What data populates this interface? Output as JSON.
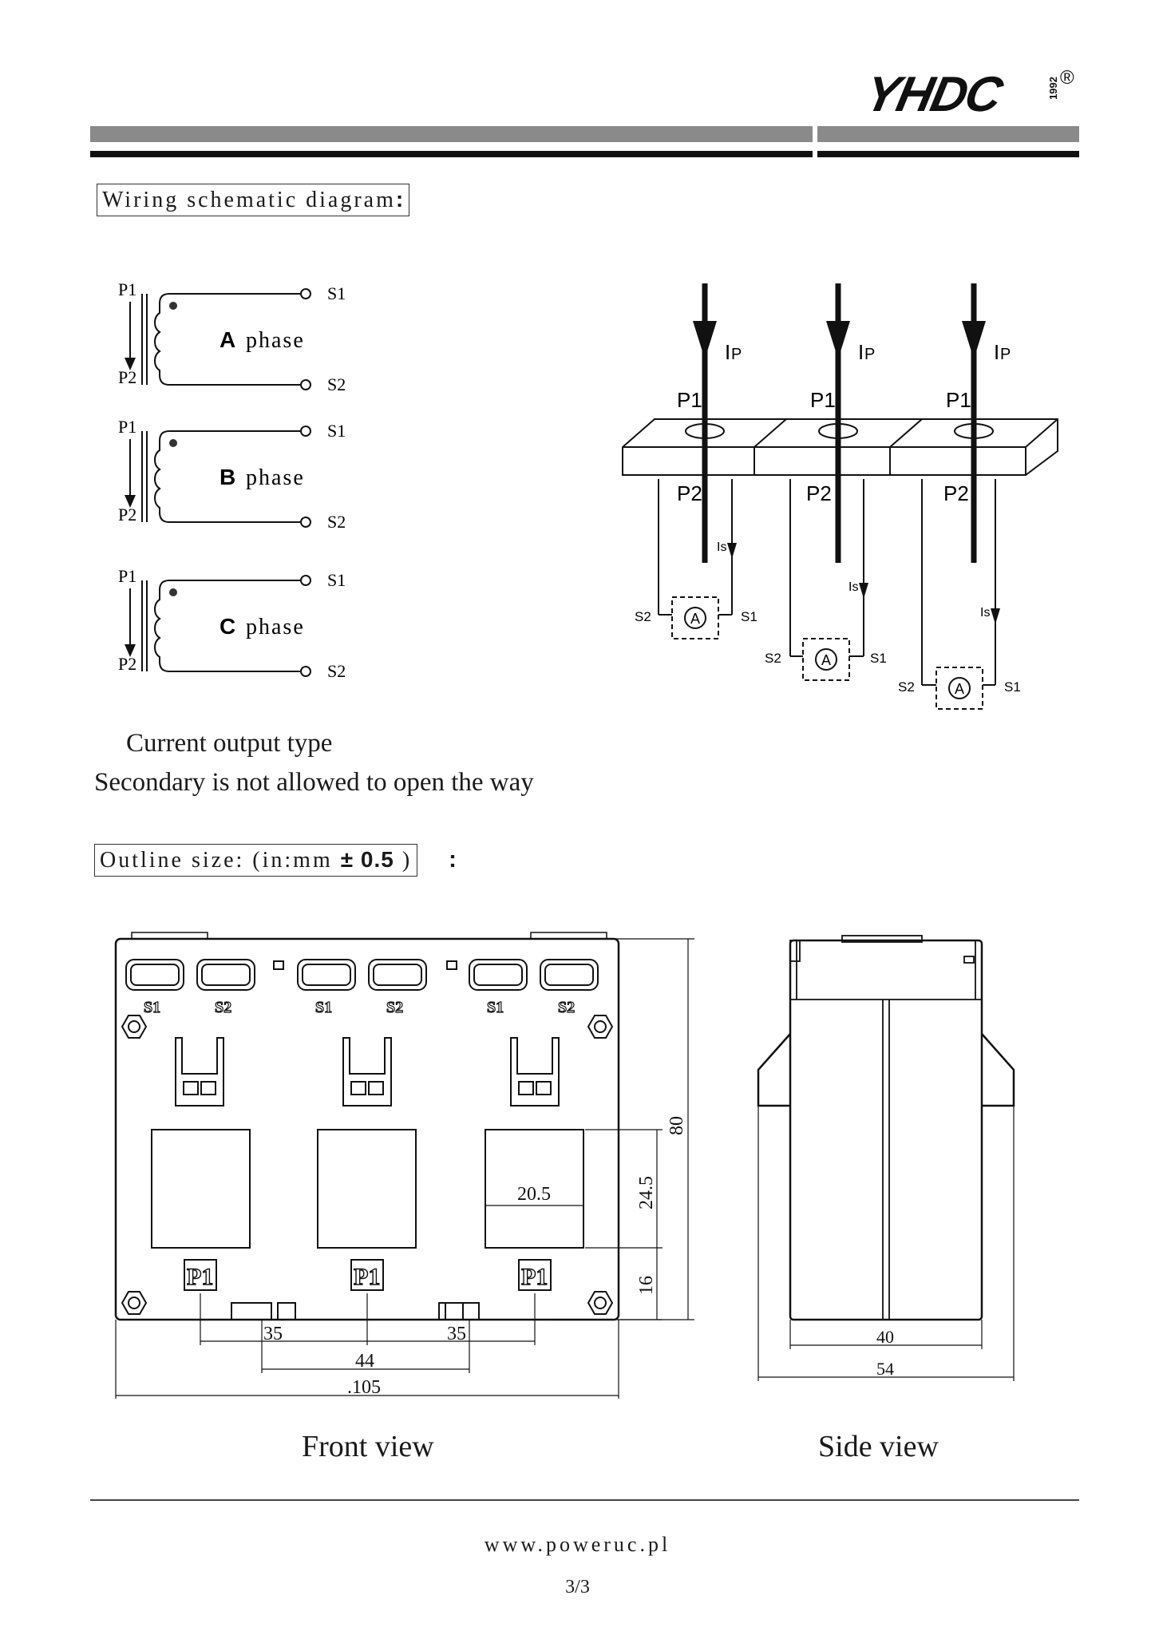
{
  "header": {
    "logo_text": "YHDC",
    "logo_year": "1992",
    "registered_mark": "®"
  },
  "wiring": {
    "title": "Wiring schematic diagram",
    "title_colon": ":",
    "label_p1": "P1",
    "label_p2": "P2",
    "label_s1": "S1",
    "label_s2": "S2",
    "phases": [
      {
        "letter": "A",
        "word": "phase"
      },
      {
        "letter": "B",
        "word": "phase"
      },
      {
        "letter": "C",
        "word": "phase"
      }
    ],
    "right_labels": {
      "ip": "I",
      "ip_sub": "P",
      "p1": "P1",
      "p2": "P2",
      "is": "Is",
      "s1": "S1",
      "s2": "S2",
      "ammeter": "A"
    }
  },
  "notes": {
    "line1": "Current output type",
    "line2": "Secondary is not allowed to open the way"
  },
  "outline": {
    "title": "Outline size:  (in:mm",
    "tolerance": "± 0.5",
    "close": ")",
    "colon": ":"
  },
  "front": {
    "terminals": [
      "S1",
      "S2",
      "S1",
      "S2",
      "S1",
      "S2"
    ],
    "p1_marks": [
      "P1",
      "P1",
      "P1"
    ],
    "dims": {
      "w20_5": "20.5",
      "h24_5": "24.5",
      "h16": "16",
      "h80": "80",
      "d35a": "35",
      "d35b": "35",
      "d44": "44",
      "d105": ".105"
    },
    "caption": "Front view"
  },
  "side": {
    "dims": {
      "d40": "40",
      "d54": "54"
    },
    "caption": "Side view"
  },
  "footer": {
    "url": "www.poweruc.pl",
    "page": "3/3"
  },
  "colors": {
    "bar_gray": "#8a8a8a",
    "ink": "#111111"
  }
}
